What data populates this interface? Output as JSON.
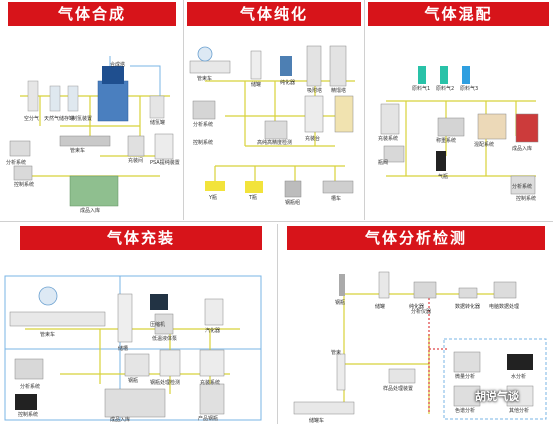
{
  "sections": {
    "synthesis": {
      "title": "气体合成",
      "labels": [
        "空分气",
        "天然气储存罐",
        "制氢装置",
        "分析系统",
        "管束车",
        "充装间",
        "PSA提纯装置",
        "成品入库",
        "控制系统",
        "储氢罐",
        "合成塔"
      ]
    },
    "purification": {
      "title": "气体纯化",
      "labels": [
        "管束车",
        "储罐",
        "纯化器",
        "分析系统",
        "吸附塔",
        "精馏塔",
        "控制系统",
        "高纯高精度检测",
        "充装台",
        "Y瓶",
        "T瓶",
        "钢瓶组",
        "槽车"
      ]
    },
    "mixing": {
      "title": "气体混配",
      "labels": [
        "原料气1",
        "原料气2",
        "原料气3",
        "混配系统",
        "称重系统",
        "分析系统",
        "充装系统",
        "成品入库",
        "控制系统",
        "气瓶",
        "瓶阀"
      ]
    },
    "filling": {
      "title": "气体充装",
      "labels": [
        "管束车",
        "储槽",
        "压缩机",
        "低温液体泵",
        "汽化器",
        "分析系统",
        "钢瓶",
        "钢瓶处理检测",
        "充装系统",
        "控制系统",
        "成品入库",
        "产品钢瓶"
      ]
    },
    "analysis": {
      "title": "气体分析检测",
      "labels": [
        "钢瓶",
        "储罐",
        "纯化器",
        "分析仪器",
        "数据转化器",
        "电脑数据处理",
        "样品处理装置",
        "储罐车",
        "管束",
        "微量分析",
        "水分析",
        "色谱分析",
        "其他分析"
      ]
    }
  },
  "watermark": "胡说气谈",
  "colors": {
    "banner": "#d7141a",
    "pipe": "#d8d23a",
    "pipe_blue": "#78b4e6",
    "frame": "#cfcfcf"
  }
}
